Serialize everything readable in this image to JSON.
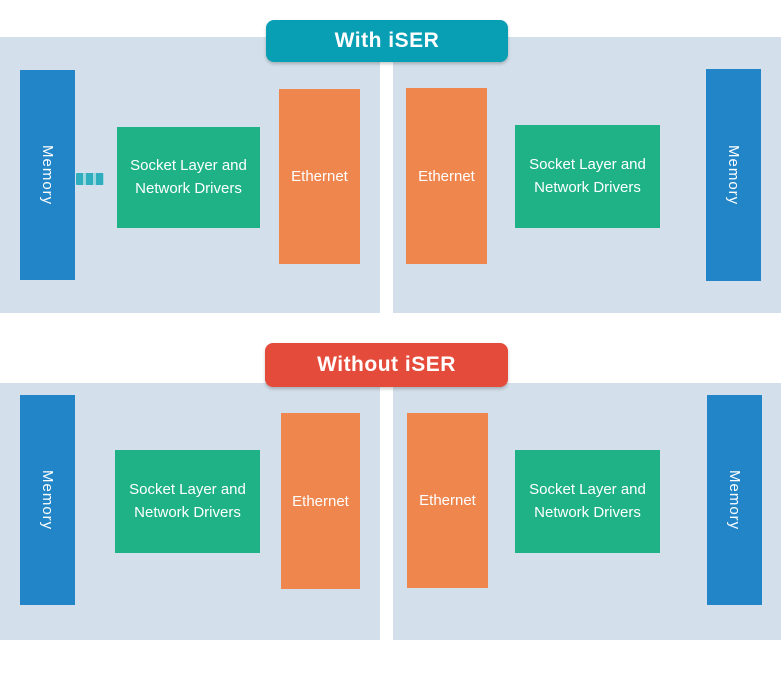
{
  "colors": {
    "panel": "#d3dfea",
    "memory_blue": "#2185c8",
    "socket_green": "#1eb286",
    "ethernet_orange": "#ee864e",
    "with_badge_teal": "#089fb5",
    "without_badge_red": "#e54b3a",
    "connector_teal": "#2faec0",
    "connector_teal_light": "#9ad7de",
    "label_text": "#ffffff"
  },
  "labels": {
    "memory": "Memory",
    "socket": "Socket Layer and Network Drivers",
    "ethernet": "Ethernet"
  },
  "sections": [
    {
      "badge": {
        "label": "With iSER",
        "color": "#089fb5"
      },
      "panels": [
        {
          "position": "left",
          "box_order": [
            "memory",
            "socket",
            "ethernet"
          ],
          "connector": "dashed-teal-link-memory-to-socket"
        },
        {
          "position": "right",
          "box_order": [
            "ethernet",
            "socket",
            "memory"
          ]
        }
      ]
    },
    {
      "badge": {
        "label": "Without iSER",
        "color": "#e54b3a"
      },
      "panels": [
        {
          "position": "left",
          "box_order": [
            "memory",
            "socket",
            "ethernet"
          ]
        },
        {
          "position": "right",
          "box_order": [
            "ethernet",
            "socket",
            "memory"
          ]
        }
      ]
    }
  ]
}
